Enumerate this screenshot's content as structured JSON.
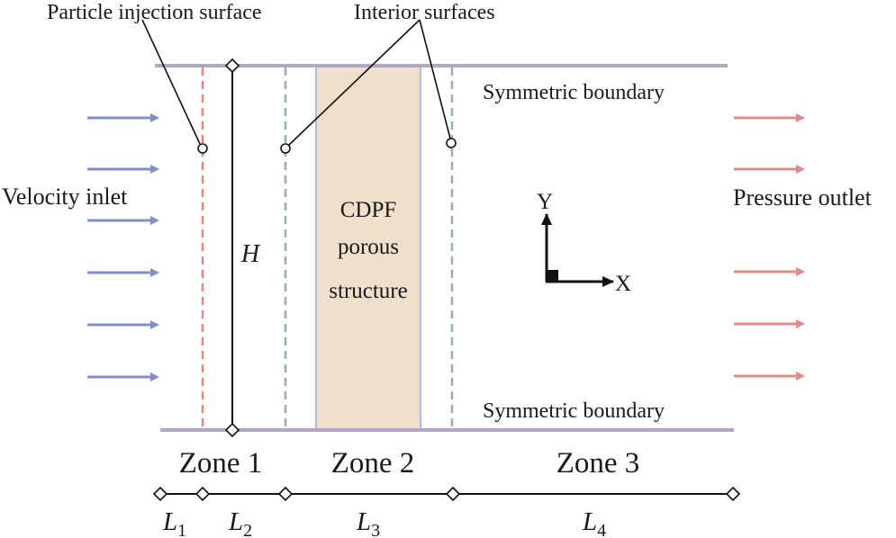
{
  "labels": {
    "particle_injection": "Particle injection surface",
    "interior_surfaces": "Interior surfaces",
    "symmetric_top": "Symmetric boundary",
    "symmetric_bottom": "Symmetric boundary",
    "velocity_inlet": "Velocity inlet",
    "pressure_outlet": "Pressure outlet",
    "height": "H",
    "cdpf_line1": "CDPF",
    "cdpf_line2": "porous",
    "cdpf_line3": "structure",
    "axis_y": "Y",
    "axis_x": "X"
  },
  "zones": [
    "Zone 1",
    "Zone 2",
    "Zone 3"
  ],
  "lengths": [
    {
      "letter": "L",
      "sub": "1"
    },
    {
      "letter": "L",
      "sub": "2"
    },
    {
      "letter": "L",
      "sub": "3"
    },
    {
      "letter": "L",
      "sub": "4"
    }
  ],
  "colors": {
    "boundary": "#b3a6c9",
    "inlet_arrow": "#7f90c6",
    "outlet_arrow": "#de8e86",
    "injection_line": "#e0877f",
    "interior_line": "#93b3aa",
    "porous_fill": "#efdfcb",
    "porous_edge": "#a9bedf",
    "ink": "#111111"
  }
}
